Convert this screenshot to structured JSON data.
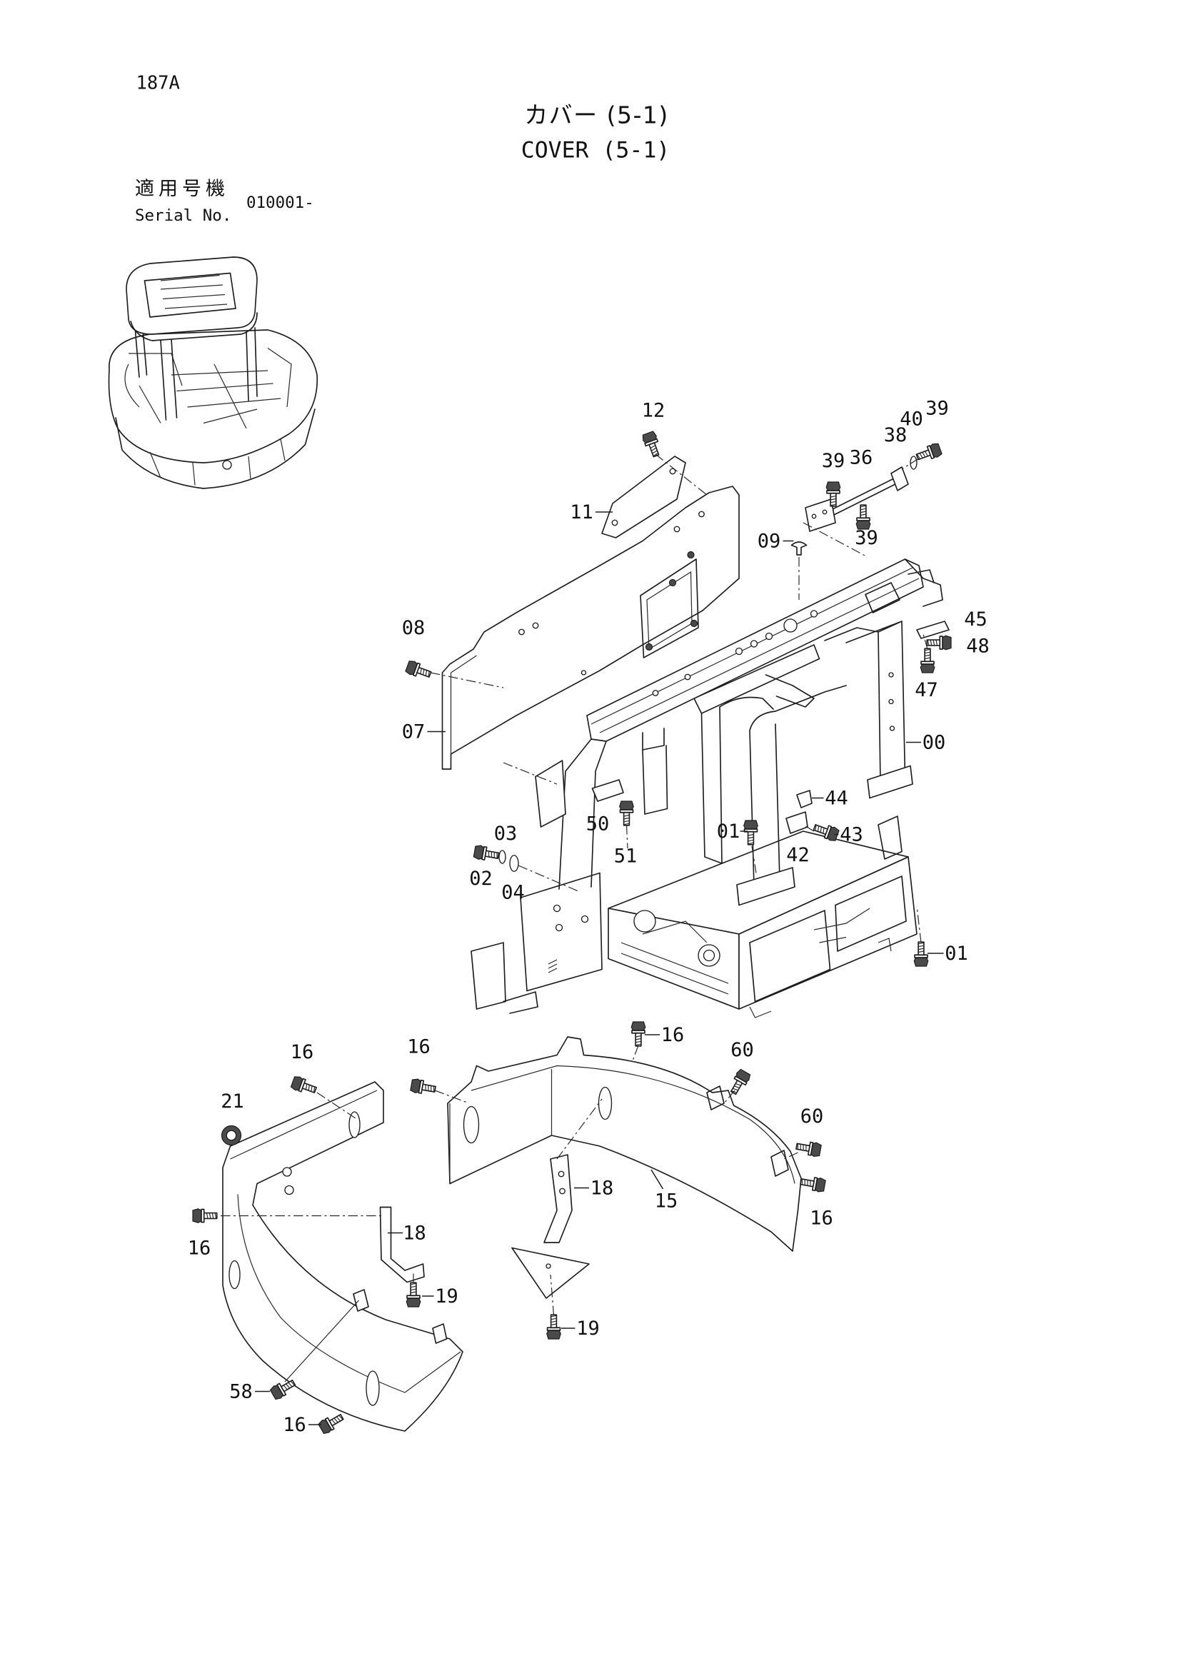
{
  "page": {
    "number": "187A"
  },
  "title": {
    "jp": "カバー (5-1)",
    "en": "COVER (5-1)"
  },
  "serial": {
    "label_jp": "適用号機",
    "label_en": "Serial No.",
    "value": "010001-"
  },
  "callouts": [
    "12",
    "40",
    "39",
    "38",
    "39",
    "36",
    "11",
    "39",
    "09",
    "45",
    "48",
    "08",
    "47",
    "07",
    "00",
    "44",
    "03",
    "01",
    "43",
    "50",
    "51",
    "42",
    "02",
    "04",
    "01",
    "16",
    "16",
    "16",
    "60",
    "21",
    "60",
    "18",
    "15",
    "16",
    "16",
    "18",
    "19",
    "19",
    "58",
    "16"
  ]
}
